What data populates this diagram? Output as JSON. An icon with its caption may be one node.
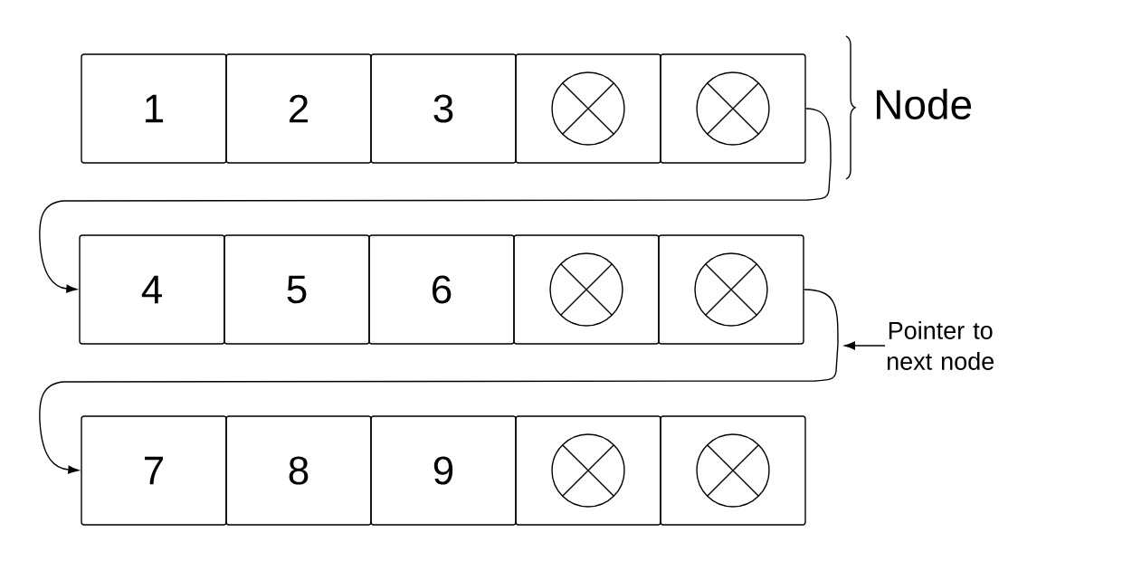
{
  "diagram": {
    "nodes": [
      {
        "text": [
          "1"
        ]
      },
      {
        "text": [
          "2"
        ]
      },
      {
        "text": [
          "3"
        ]
      },
      {
        "text": [],
        "shape": "box"
      },
      {
        "text": [],
        "shape": "box"
      },
      {
        "text": [
          "4"
        ]
      },
      {
        "text": [
          "5"
        ]
      },
      {
        "text": [
          "6"
        ]
      },
      {
        "text": [],
        "shape": "box"
      },
      {
        "text": [],
        "shape": "box"
      },
      {
        "text": [
          "7"
        ]
      },
      {
        "text": [
          "8"
        ]
      },
      {
        "text": [
          "9"
        ]
      },
      {
        "text": [],
        "shape": "box"
      },
      {
        "text": [],
        "shape": "box"
      },
      {
        "text": [
          "Pointer to next node"
        ]
      }
    ],
    "edges": [
      {
        "from": 4,
        "to": 5,
        "arrow": "to"
      },
      {
        "from": 9,
        "to": 10,
        "arrow": "to"
      },
      {
        "from": 15,
        "to": null,
        "arrow": "to"
      }
    ],
    "labels": [
      "Node"
    ]
  }
}
